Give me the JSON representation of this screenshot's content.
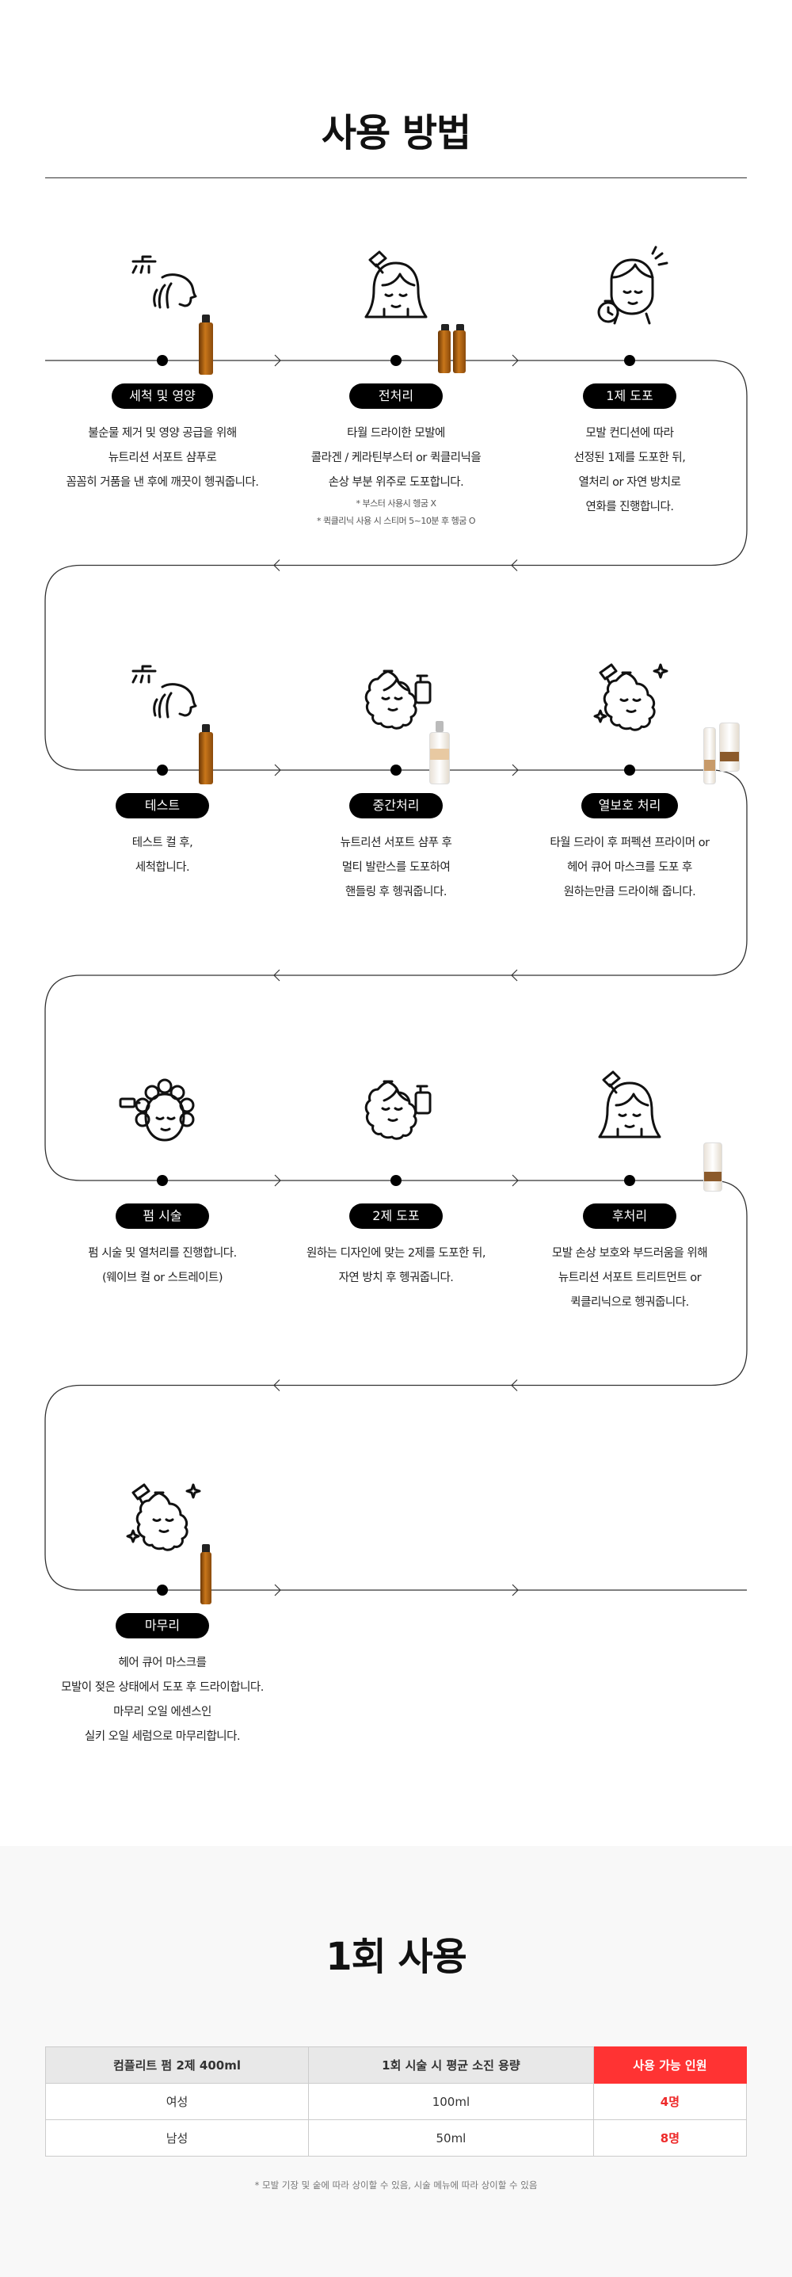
{
  "section_title": "사용 방법",
  "arrow_right": "›",
  "arrow_left": "‹",
  "steps": [
    {
      "title": "세척 및 영양",
      "icon": "shower-hair-icon",
      "lines": [
        "불순물 제거 및 영양 공급을 위해",
        "뉴트리션 서포트 샴푸로",
        "꼼꼼히 거품을 낸 후에 깨끗이 헹궈줍니다."
      ],
      "notes": [],
      "product": "amber-bottle"
    },
    {
      "title": "전처리",
      "icon": "hair-dropper-icon",
      "lines": [
        "타월 드라이한 모발에",
        "콜라겐 / 케라틴부스터 or 퀵클리닉을",
        "손상 부분 위주로 도포합니다."
      ],
      "notes": [
        "* 부스터 사용시 헹굼 X",
        "* 퀵클리닉 사용 시 스티머 5~10분 후 헹굼 O"
      ],
      "product": "two-amber-bottles"
    },
    {
      "title": "1제 도포",
      "icon": "timer-head-icon",
      "lines": [
        "모발 컨디션에 따라",
        "선정된 1제를 도포한 뒤,",
        "열처리 or 자연 방치로",
        "연화를 진행합니다."
      ],
      "notes": [],
      "product": ""
    },
    {
      "title": "테스트",
      "icon": "shower-hair-icon",
      "lines": [
        "테스트 컬 후,",
        "세척합니다."
      ],
      "notes": [],
      "product": "amber-bottle"
    },
    {
      "title": "중간처리",
      "icon": "curly-hair-pump-icon",
      "lines": [
        "뉴트리션 서포트 샴푸 후",
        "멀티 발란스를 도포하여",
        "핸들링 후 헹궈줍니다."
      ],
      "notes": [],
      "product": "white-pump-bottle"
    },
    {
      "title": "열보호 처리",
      "icon": "curly-hair-dryer-icon",
      "lines": [
        "타월 드라이 후 퍼펙션 프라이머 or",
        "헤어 큐어 마스크를 도포 후",
        "원하는만큼 드라이해 줍니다."
      ],
      "notes": [],
      "product": "white-spray-and-tube"
    },
    {
      "title": "펌 시술",
      "icon": "perm-rollers-icon",
      "lines": [
        "펌 시술 및 열처리를 진행합니다.",
        "(웨이브 컬 or 스트레이트)"
      ],
      "notes": [],
      "product": ""
    },
    {
      "title": "2제 도포",
      "icon": "curly-hair-pump-icon",
      "lines": [
        "원하는 디자인에 맞는 2제를 도포한 뒤,",
        "자연 방치 후 헹궈줍니다."
      ],
      "notes": [],
      "product": ""
    },
    {
      "title": "후처리",
      "icon": "hair-dropper-icon",
      "lines": [
        "모발 손상 보호와 부드러움을 위해",
        "뉴트리션 서포트 트리트먼트 or",
        "퀵클리닉으로 헹궈줍니다."
      ],
      "notes": [],
      "product": "white-tube"
    },
    {
      "title": "마무리",
      "icon": "curly-hair-dryer-icon",
      "lines": [
        "헤어 큐어 마스크를",
        "모발이 젖은 상태에서 도포 후 드라이합니다.",
        "마무리 오일 에센스인",
        "실키 오일 세럼으로 마무리합니다."
      ],
      "notes": [],
      "product": "slim-amber-bottle"
    }
  ],
  "usage": {
    "title": "1회 사용",
    "headers": [
      "컴플리트 펌 2제 400ml",
      "1회 시술 시 평균 소진 용량",
      "사용 가능 인원"
    ],
    "rows": [
      [
        "여성",
        "100ml",
        "4명"
      ],
      [
        "남성",
        "50ml",
        "8명"
      ]
    ],
    "footnote": "* 모발 기장 및 숱에 따라 상이할 수 있음, 시술 메뉴에 따라 상이할 수 있음"
  },
  "colors": {
    "accent": "#ff3333",
    "accent_text": "#ee2a2a",
    "pill": "#000000",
    "bg_gray": "#f8f8f8"
  }
}
